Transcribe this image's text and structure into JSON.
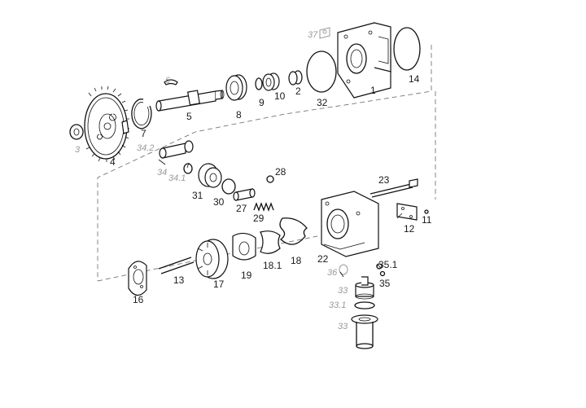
{
  "diagram": {
    "labels": {
      "p1": "1",
      "p2": "2",
      "p3": "3",
      "p4": "4",
      "p5": "5",
      "p6": "6",
      "p7": "7",
      "p8": "8",
      "p9": "9",
      "p10": "10",
      "p11": "11",
      "p12": "12",
      "p13": "13",
      "p14": "14",
      "p16": "16",
      "p17": "17",
      "p18": "18",
      "p18_1": "18.1",
      "p19": "19",
      "p22": "22",
      "p23": "23",
      "p27": "27",
      "p28": "28",
      "p29": "29",
      "p30": "30",
      "p31": "31",
      "p32": "32",
      "p33": "33",
      "p33_1": "33.1",
      "p33_2": "33",
      "p34": "34",
      "p34_1": "34.1",
      "p34_2": "34.2",
      "p35": "35",
      "p35_1": "35.1",
      "p36": "36",
      "p37": "37"
    }
  }
}
